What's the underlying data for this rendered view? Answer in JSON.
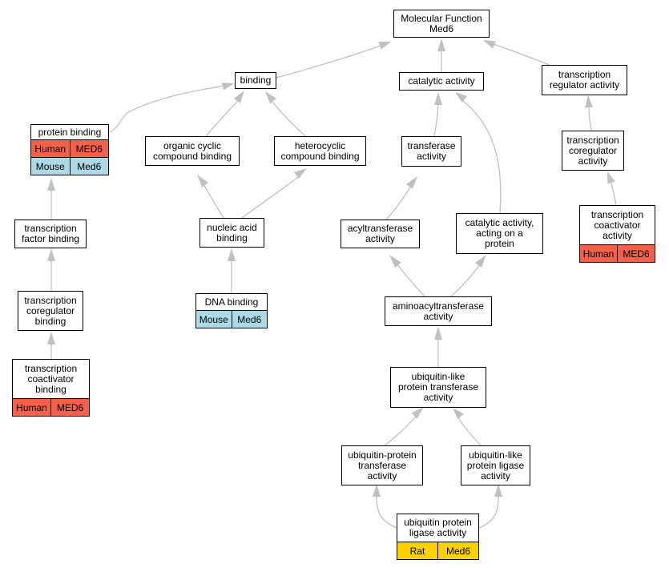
{
  "colors": {
    "human": "#f4604a",
    "mouse": "#acd9e6",
    "rat": "#fdd000",
    "edge": "#c0c0c0"
  },
  "nodes": {
    "root": {
      "lines": [
        "Molecular Function",
        "Med6"
      ]
    },
    "binding": {
      "lines": [
        "binding"
      ]
    },
    "catalytic": {
      "lines": [
        "catalytic activity"
      ]
    },
    "tra": {
      "lines": [
        "transcription",
        "regulator activity"
      ]
    },
    "protein_binding": {
      "lines": [
        "protein binding"
      ],
      "annotations": [
        {
          "species": "Human",
          "gene": "MED6",
          "color": "#f4604a"
        },
        {
          "species": "Mouse",
          "gene": "Med6",
          "color": "#acd9e6"
        }
      ]
    },
    "organic": {
      "lines": [
        "organic cyclic",
        "compound binding"
      ]
    },
    "hetero": {
      "lines": [
        "heterocyclic",
        "compound binding"
      ]
    },
    "transferase": {
      "lines": [
        "transferase",
        "activity"
      ]
    },
    "tcra": {
      "lines": [
        "transcription",
        "coregulator",
        "activity"
      ]
    },
    "tcaa": {
      "lines": [
        "transcription",
        "coactivator",
        "activity"
      ],
      "annotations": [
        {
          "species": "Human",
          "gene": "MED6",
          "color": "#f4604a"
        }
      ]
    },
    "tfb": {
      "lines": [
        "transcription",
        "factor binding"
      ]
    },
    "nab": {
      "lines": [
        "nucleic acid",
        "binding"
      ]
    },
    "acyl": {
      "lines": [
        "acyltransferase",
        "activity"
      ]
    },
    "cap": {
      "lines": [
        "catalytic activity,",
        "acting on a",
        "protein"
      ]
    },
    "dna": {
      "lines": [
        "DNA binding"
      ],
      "annotations": [
        {
          "species": "Mouse",
          "gene": "Med6",
          "color": "#acd9e6"
        }
      ]
    },
    "tcrb": {
      "lines": [
        "transcription",
        "coregulator",
        "binding"
      ]
    },
    "amino": {
      "lines": [
        "aminoacyltransferase",
        "activity"
      ]
    },
    "tcab": {
      "lines": [
        "transcription",
        "coactivator",
        "binding"
      ],
      "annotations": [
        {
          "species": "Human",
          "gene": "MED6",
          "color": "#f4604a"
        }
      ]
    },
    "ubl": {
      "lines": [
        "ubiquitin-like",
        "protein transferase",
        "activity"
      ]
    },
    "upt": {
      "lines": [
        "ubiquitin-protein",
        "transferase",
        "activity"
      ]
    },
    "ulpl": {
      "lines": [
        "ubiquitin-like",
        "protein ligase",
        "activity"
      ]
    },
    "upl": {
      "lines": [
        "ubiquitin protein",
        "ligase activity"
      ],
      "annotations": [
        {
          "species": "Rat",
          "gene": "Med6",
          "color": "#fdd000"
        }
      ]
    }
  }
}
